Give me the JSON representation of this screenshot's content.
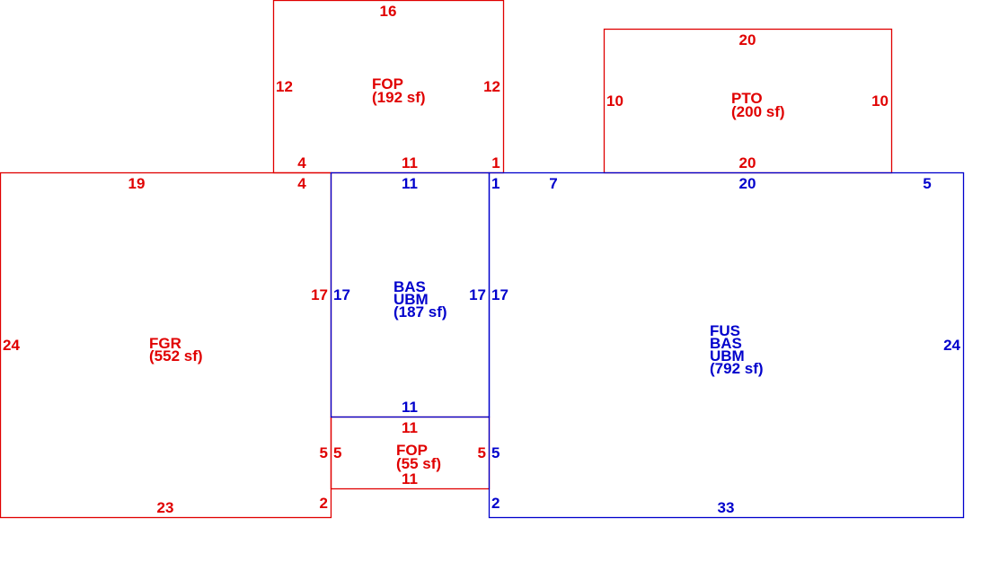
{
  "colors": {
    "red": "#e00000",
    "blue": "#0000cc",
    "background": "#ffffff"
  },
  "areas": {
    "fop_top": {
      "code": "FOP",
      "area": "(192 sf)"
    },
    "pto": {
      "code": "PTO",
      "area": "(200 sf)"
    },
    "fgr": {
      "code": "FGR",
      "area": "(552 sf)"
    },
    "bas_small": {
      "codes": [
        "BAS",
        "UBM"
      ],
      "area": "(187 sf)"
    },
    "main": {
      "codes": [
        "FUS",
        "BAS",
        "UBM"
      ],
      "area": "(792 sf)"
    },
    "fop_bottom": {
      "code": "FOP",
      "area": "(55 sf)"
    }
  },
  "dims": {
    "fop_top": {
      "top": "16",
      "left": "12",
      "right": "12",
      "bottom_left": "4",
      "bottom_mid": "11",
      "bottom_right": "1"
    },
    "pto": {
      "top": "20",
      "left": "10",
      "right": "10",
      "bottom": "20"
    },
    "fgr": {
      "top_left": "19",
      "top_right": "4",
      "left": "24",
      "right_upper": "17",
      "right_lower": "5",
      "bottom": "23",
      "bottom_right": "2"
    },
    "bas_small": {
      "top": "11",
      "left": "17",
      "right": "17",
      "bottom": "11"
    },
    "fop_bottom": {
      "top": "11",
      "left": "5",
      "right": "5",
      "bottom": "11"
    },
    "main": {
      "top_left": "1",
      "top_a": "7",
      "top_b": "20",
      "top_right": "5",
      "left_upper": "17",
      "left_lower": "5",
      "left_bottom": "2",
      "right": "24",
      "bottom": "33"
    }
  }
}
